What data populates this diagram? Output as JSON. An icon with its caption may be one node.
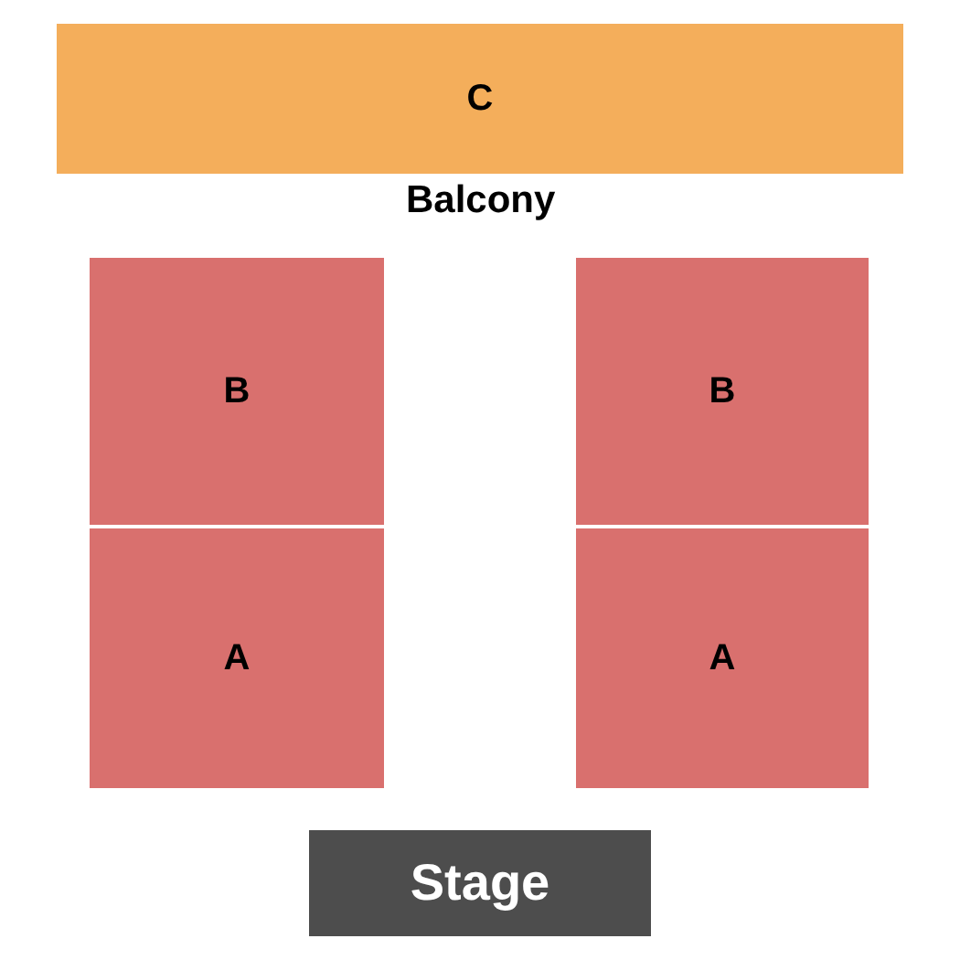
{
  "diagram": {
    "nodes": [
      {
        "text": [
          "C"
        ]
      },
      {
        "text": [
          "B"
        ]
      },
      {
        "text": [
          "B"
        ]
      },
      {
        "text": [
          "A"
        ]
      },
      {
        "text": [
          "A"
        ]
      },
      {
        "text": [
          "Stage"
        ]
      }
    ],
    "labels": [
      "Balcony"
    ]
  }
}
